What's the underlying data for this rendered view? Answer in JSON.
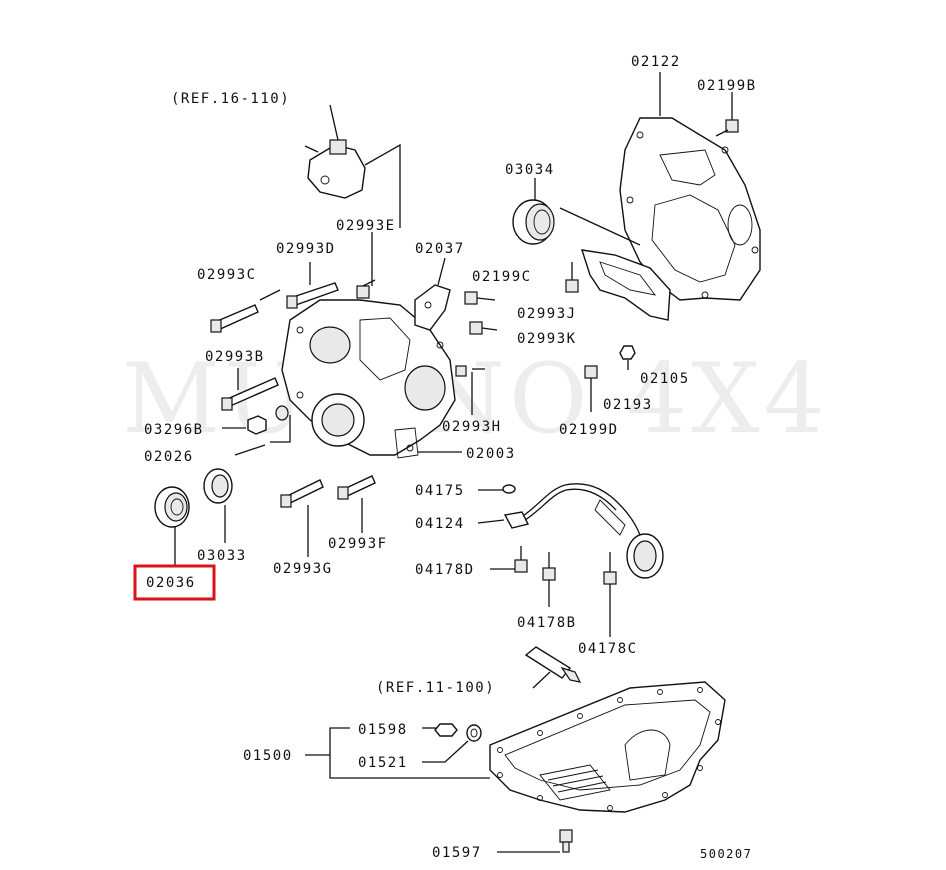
{
  "watermark": "MUSINO 4X4",
  "drawing_number": "500207",
  "highlighted_part": "02036",
  "references": [
    "(REF.16-110)",
    "(REF.11-100)"
  ],
  "parts": {
    "p02122": "02122",
    "p02199B": "02199B",
    "p03034": "03034",
    "p02993E": "02993E",
    "p02037": "02037",
    "p02993D": "02993D",
    "p02199C": "02199C",
    "p02993C": "02993C",
    "p02993J": "02993J",
    "p02993K": "02993K",
    "p02993B": "02993B",
    "p02105": "02105",
    "p02193": "02193",
    "p03296B": "03296B",
    "p02993H": "02993H",
    "p02199D": "02199D",
    "p02026": "02026",
    "p02003": "02003",
    "p04175": "04175",
    "p04124": "04124",
    "p03033": "03033",
    "p02993F": "02993F",
    "p02993G": "02993G",
    "p04178D": "04178D",
    "p02036": "02036",
    "p04178B": "04178B",
    "p04178C": "04178C",
    "p01598": "01598",
    "p01500": "01500",
    "p01521": "01521",
    "p01597": "01597"
  },
  "colors": {
    "highlight": "#d9121b",
    "line": "#111111",
    "background": "#ffffff"
  }
}
